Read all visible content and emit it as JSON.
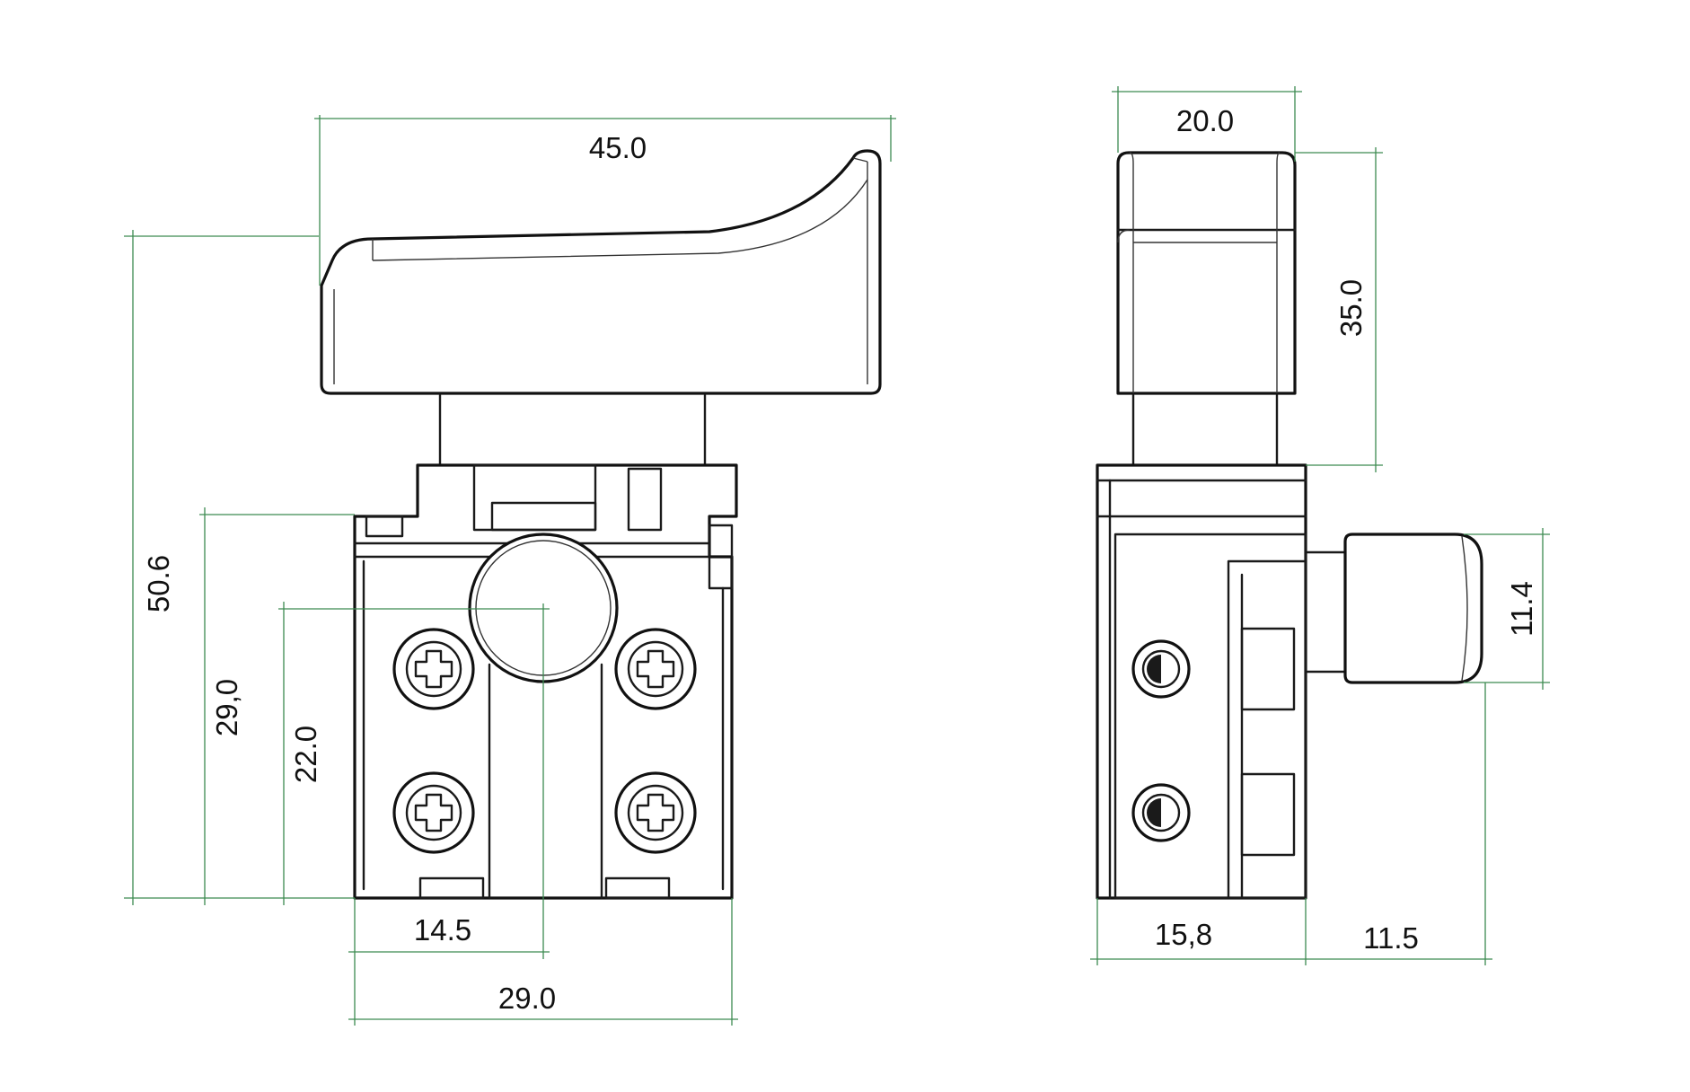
{
  "colors": {
    "outline": "#1a1a1a",
    "dimension_line": "#3c8a50",
    "background": "#ffffff"
  },
  "front_view": {
    "dimensions": {
      "trigger_width": "45.0",
      "overall_height": "50.6",
      "body_height": "29,0",
      "center_height": "22.0",
      "center_offset": "14.5",
      "body_width": "29.0"
    }
  },
  "side_view": {
    "dimensions": {
      "trigger_depth": "20.0",
      "trigger_height": "35.0",
      "button_height": "11.4",
      "body_depth": "15,8",
      "button_projection": "11.5"
    }
  }
}
